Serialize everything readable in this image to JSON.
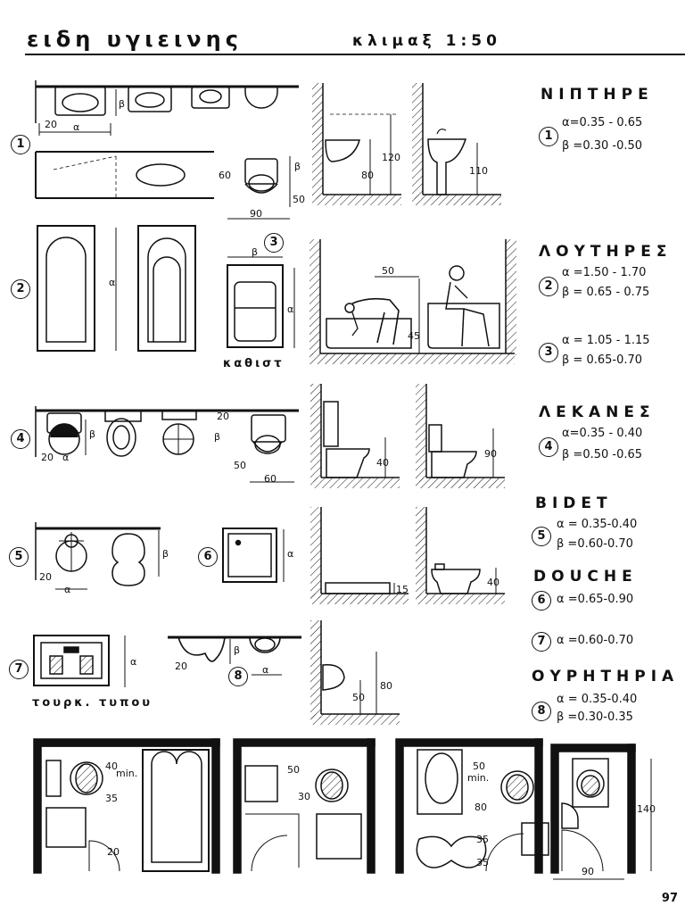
{
  "header": {
    "title": "ειδη υγιεινης",
    "scale": "κλιμαξ 1:50"
  },
  "categories": [
    {
      "name": "ΝΙΠΤΗΡΕ",
      "specs": [
        {
          "num": "1",
          "lines": [
            "α=0.35 - 0.65",
            "β =0.30 -0.50"
          ]
        }
      ]
    },
    {
      "name": "ΛΟΥΤΗΡΕΣ",
      "specs": [
        {
          "num": "2",
          "lines": [
            "α =1.50 - 1.70",
            "β = 0.65 - 0.75"
          ]
        },
        {
          "num": "3",
          "lines": [
            "α = 1.05 - 1.15",
            "β = 0.65-0.70"
          ]
        }
      ]
    },
    {
      "name": "ΛΕΚΑΝΕΣ",
      "specs": [
        {
          "num": "4",
          "lines": [
            "α=0.35 - 0.40",
            "β =0.50 -0.65"
          ]
        }
      ]
    },
    {
      "name": "BIDET",
      "specs": [
        {
          "num": "5",
          "lines": [
            "α = 0.35-0.40",
            "β =0.60-0.70"
          ]
        }
      ]
    },
    {
      "name": "DOUCHE",
      "specs": [
        {
          "num": "6",
          "lines": [
            "α =0.65-0.90"
          ]
        },
        {
          "num": "7",
          "lines": [
            "α =0.60-0.70"
          ]
        }
      ]
    },
    {
      "name": "ΟΥΡΗΤΗΡΙΑ",
      "specs": [
        {
          "num": "8",
          "lines": [
            "α = 0.35-0.40",
            "β =0.30-0.35"
          ]
        }
      ]
    }
  ],
  "row_markers": [
    "1",
    "2",
    "3",
    "4",
    "5",
    "6",
    "7",
    "8"
  ],
  "labels": {
    "kathistos": "καθιστ",
    "tourkikou": "τουρκ. τυπου"
  },
  "dims": {
    "a": "α",
    "b": "β",
    "d20": "20",
    "d40": "40",
    "d45": "45",
    "d50": "50",
    "d60": "60",
    "d80": "80",
    "d90": "90",
    "d110": "110",
    "d120": "120",
    "d15": "15",
    "d35": "35",
    "d30": "30",
    "d140": "140",
    "min": "min."
  },
  "page_number": "97"
}
